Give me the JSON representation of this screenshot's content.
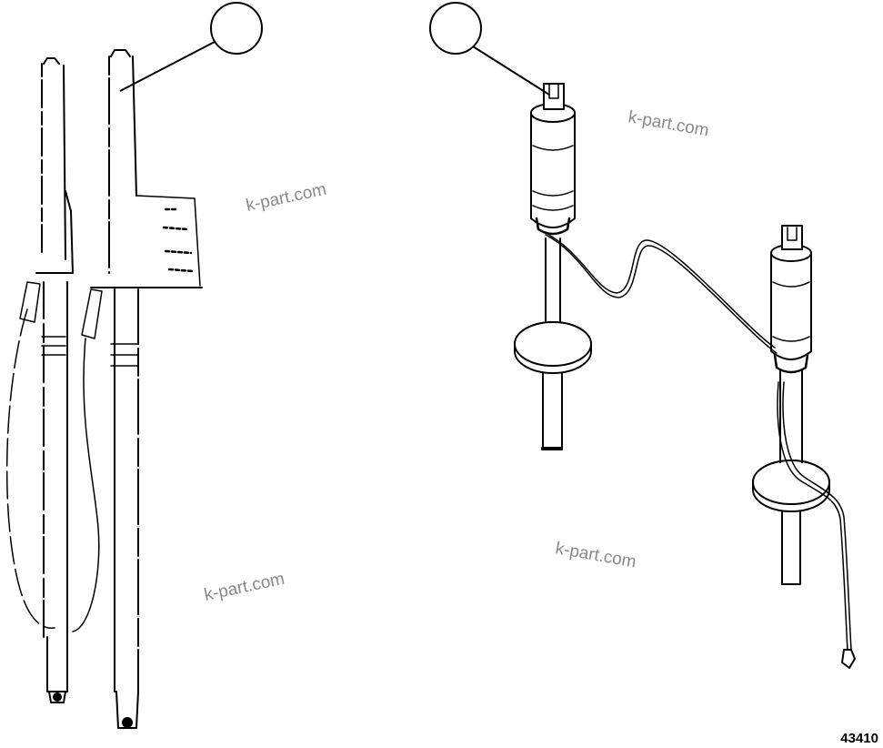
{
  "diagram": {
    "figure_number": "43410",
    "callouts": [
      {
        "id": "callout-left",
        "label": ""
      },
      {
        "id": "callout-right",
        "label": ""
      }
    ],
    "watermark": "k-part.com",
    "colors": {
      "line": "#000000",
      "watermark": "#8a8a8a",
      "background": "#ffffff"
    }
  }
}
